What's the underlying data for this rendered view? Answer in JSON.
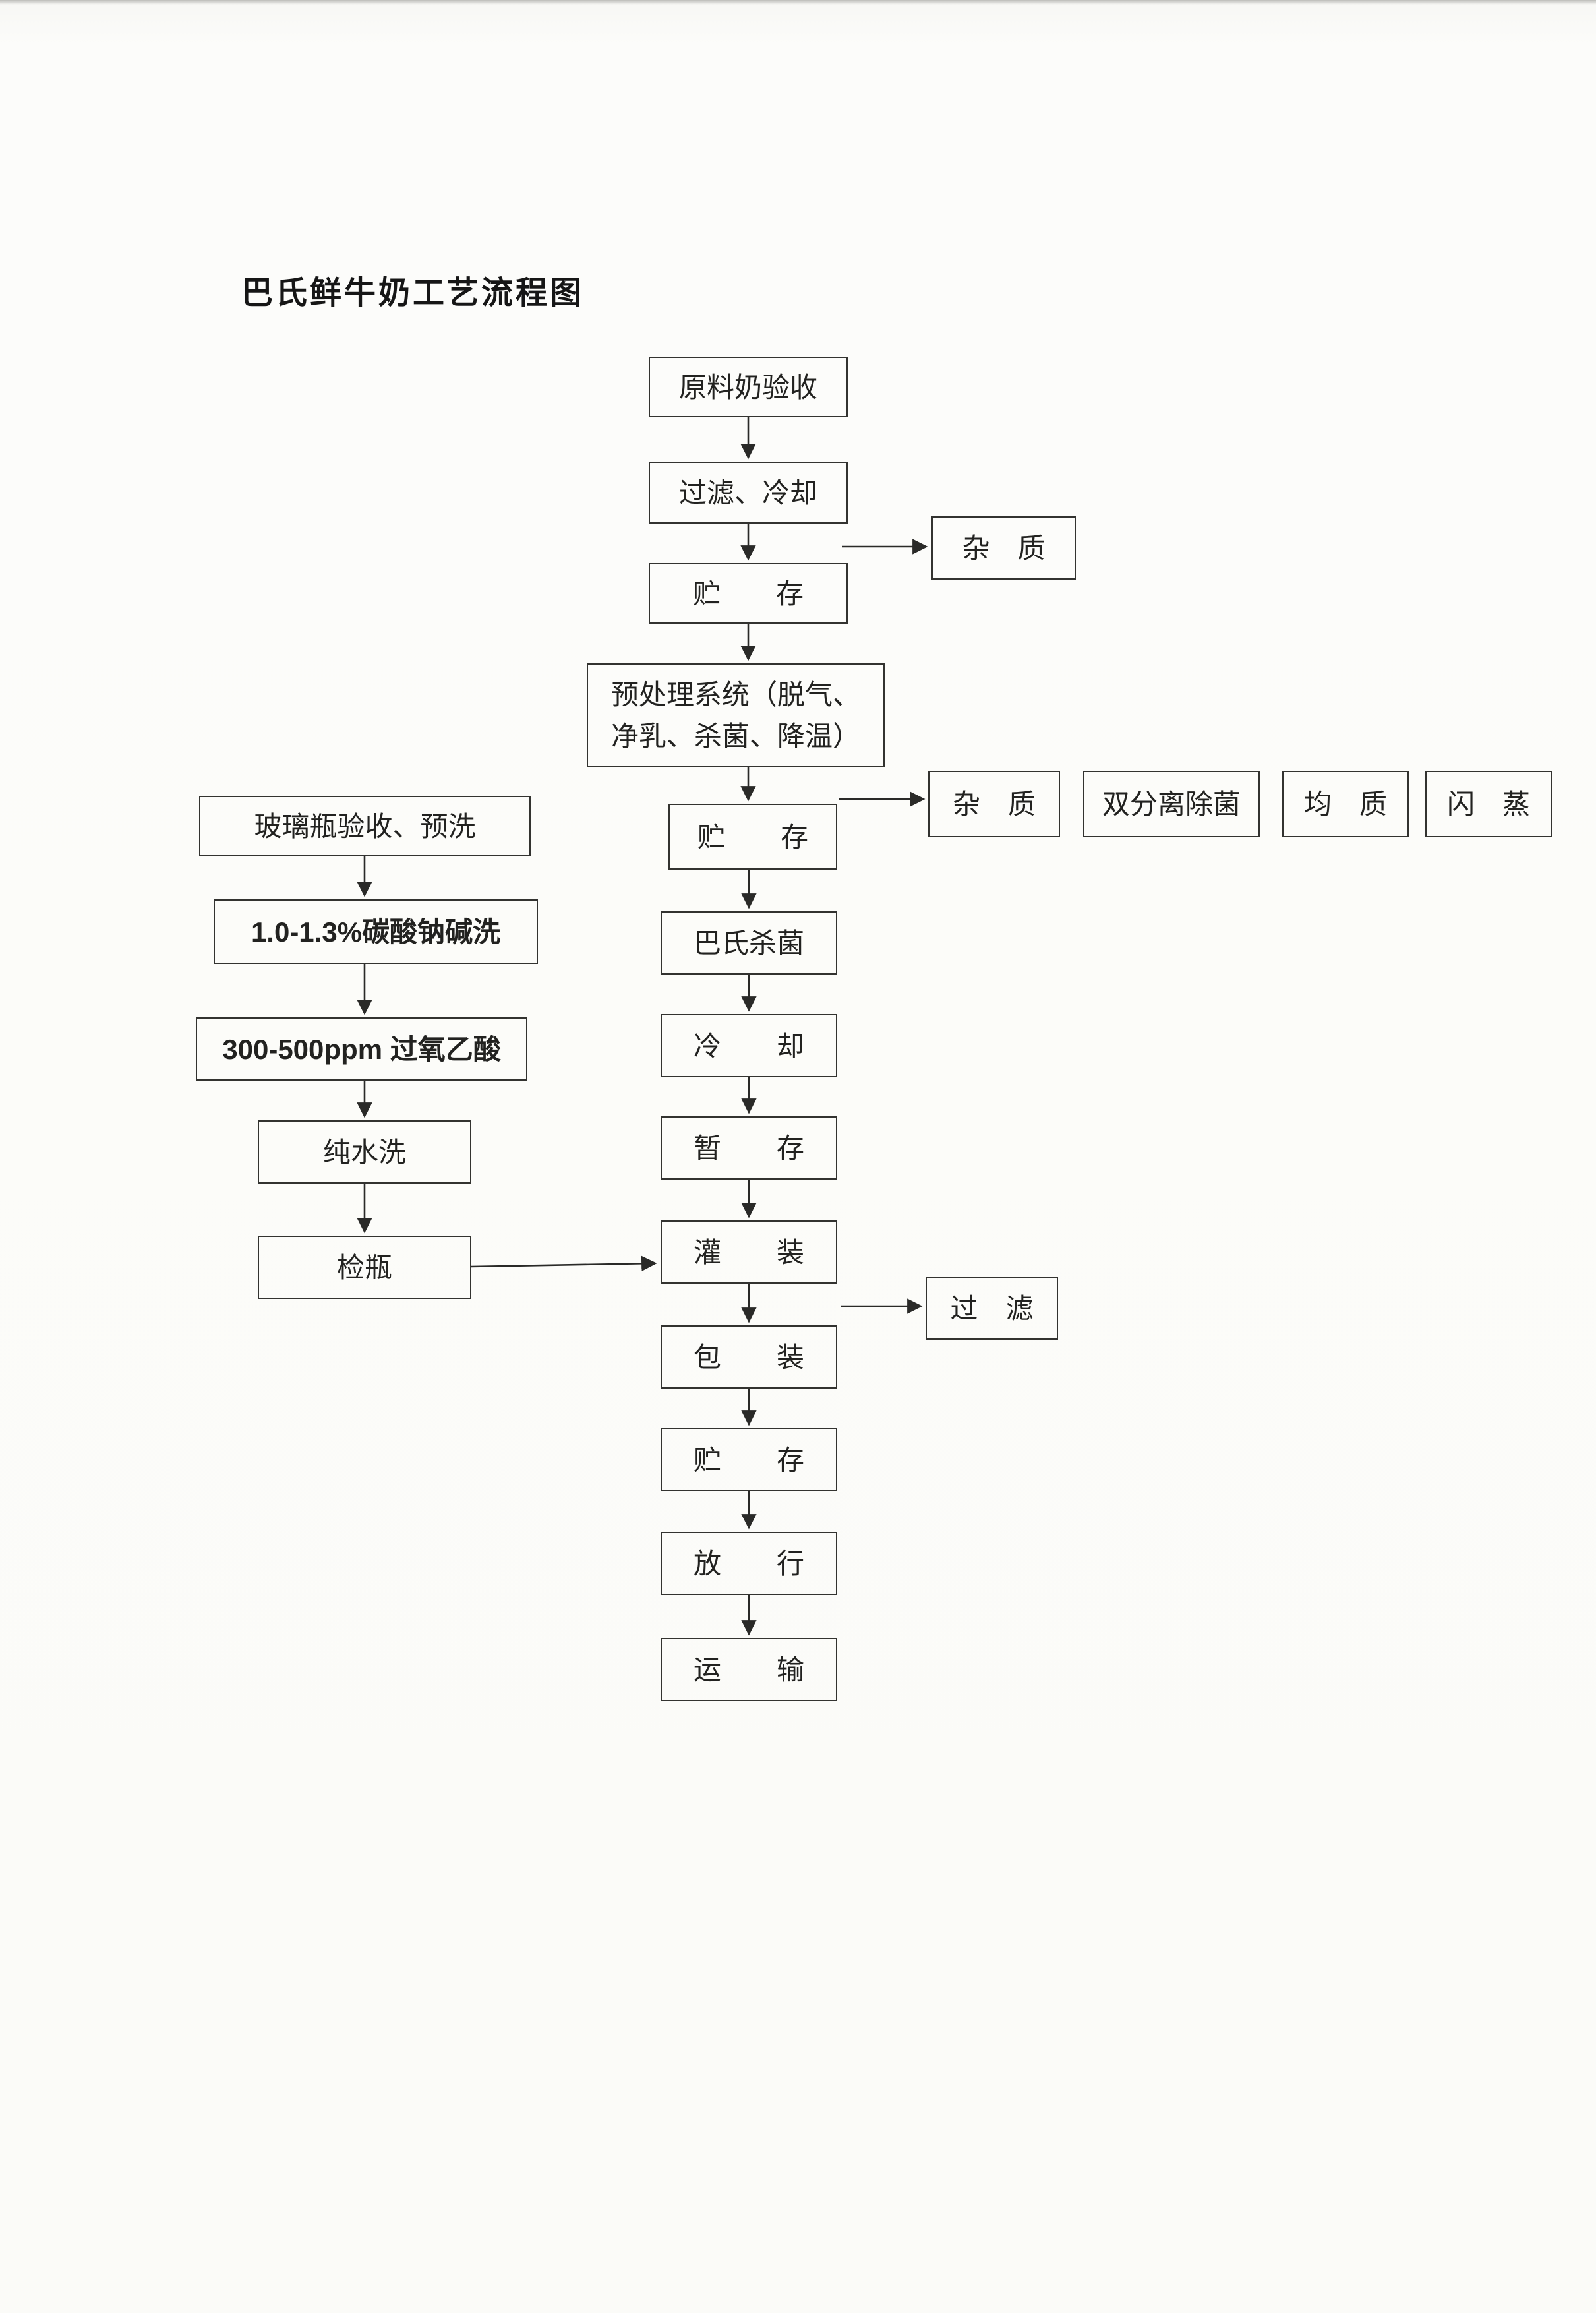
{
  "document": {
    "title": "巴氏鲜牛奶工艺流程图"
  },
  "diagram": {
    "nodes": [
      {
        "id": "raw-milk-acceptance",
        "label": "原料奶验收"
      },
      {
        "id": "filter-cooling",
        "label": "过滤、冷却"
      },
      {
        "id": "impurity-1",
        "label": "杂　质"
      },
      {
        "id": "storage-1",
        "label": "贮　　存"
      },
      {
        "id": "pretreatment-system",
        "label": "预处理系统（脱气、\n净乳、杀菌、降温）"
      },
      {
        "id": "storage-2",
        "label": "贮　　存"
      },
      {
        "id": "impurity-2",
        "label": "杂　质"
      },
      {
        "id": "dual-separation",
        "label": "双分离除菌"
      },
      {
        "id": "homogenization",
        "label": "均　质"
      },
      {
        "id": "flash-evaporation",
        "label": "闪　蒸"
      },
      {
        "id": "pasteurization",
        "label": "巴氏杀菌"
      },
      {
        "id": "cooling",
        "label": "冷　　却"
      },
      {
        "id": "temporary-storage",
        "label": "暂　　存"
      },
      {
        "id": "filling",
        "label": "灌　　装"
      },
      {
        "id": "filtering",
        "label": "过　滤"
      },
      {
        "id": "packaging",
        "label": "包　　装"
      },
      {
        "id": "storage-3",
        "label": "贮　　存"
      },
      {
        "id": "release",
        "label": "放　　行"
      },
      {
        "id": "transport",
        "label": "运　　输"
      },
      {
        "id": "bottle-acceptance",
        "label": "玻璃瓶验收、预洗"
      },
      {
        "id": "alkali-wash",
        "label": "1.0-1.3%碳酸钠碱洗"
      },
      {
        "id": "peracetic-acid-rinse",
        "label": "300-500ppm 过氧乙酸"
      },
      {
        "id": "pure-water-wash",
        "label": "纯水洗"
      },
      {
        "id": "bottle-inspection",
        "label": "检瓶"
      }
    ],
    "edges": [
      {
        "from": "raw-milk-acceptance",
        "to": "filter-cooling"
      },
      {
        "from": "filter-cooling",
        "to": "impurity-1"
      },
      {
        "from": "filter-cooling",
        "to": "storage-1"
      },
      {
        "from": "storage-1",
        "to": "pretreatment-system"
      },
      {
        "from": "pretreatment-system",
        "to": "impurity-2"
      },
      {
        "from": "pretreatment-system",
        "to": "storage-2"
      },
      {
        "from": "storage-2",
        "to": "pasteurization"
      },
      {
        "from": "pasteurization",
        "to": "cooling"
      },
      {
        "from": "cooling",
        "to": "temporary-storage"
      },
      {
        "from": "temporary-storage",
        "to": "filling"
      },
      {
        "from": "filling",
        "to": "filtering"
      },
      {
        "from": "filling",
        "to": "packaging"
      },
      {
        "from": "packaging",
        "to": "storage-3"
      },
      {
        "from": "storage-3",
        "to": "release"
      },
      {
        "from": "release",
        "to": "transport"
      },
      {
        "from": "bottle-acceptance",
        "to": "alkali-wash"
      },
      {
        "from": "alkali-wash",
        "to": "peracetic-acid-rinse"
      },
      {
        "from": "peracetic-acid-rinse",
        "to": "pure-water-wash"
      },
      {
        "from": "pure-water-wash",
        "to": "bottle-inspection"
      },
      {
        "from": "bottle-inspection",
        "to": "filling"
      }
    ]
  }
}
